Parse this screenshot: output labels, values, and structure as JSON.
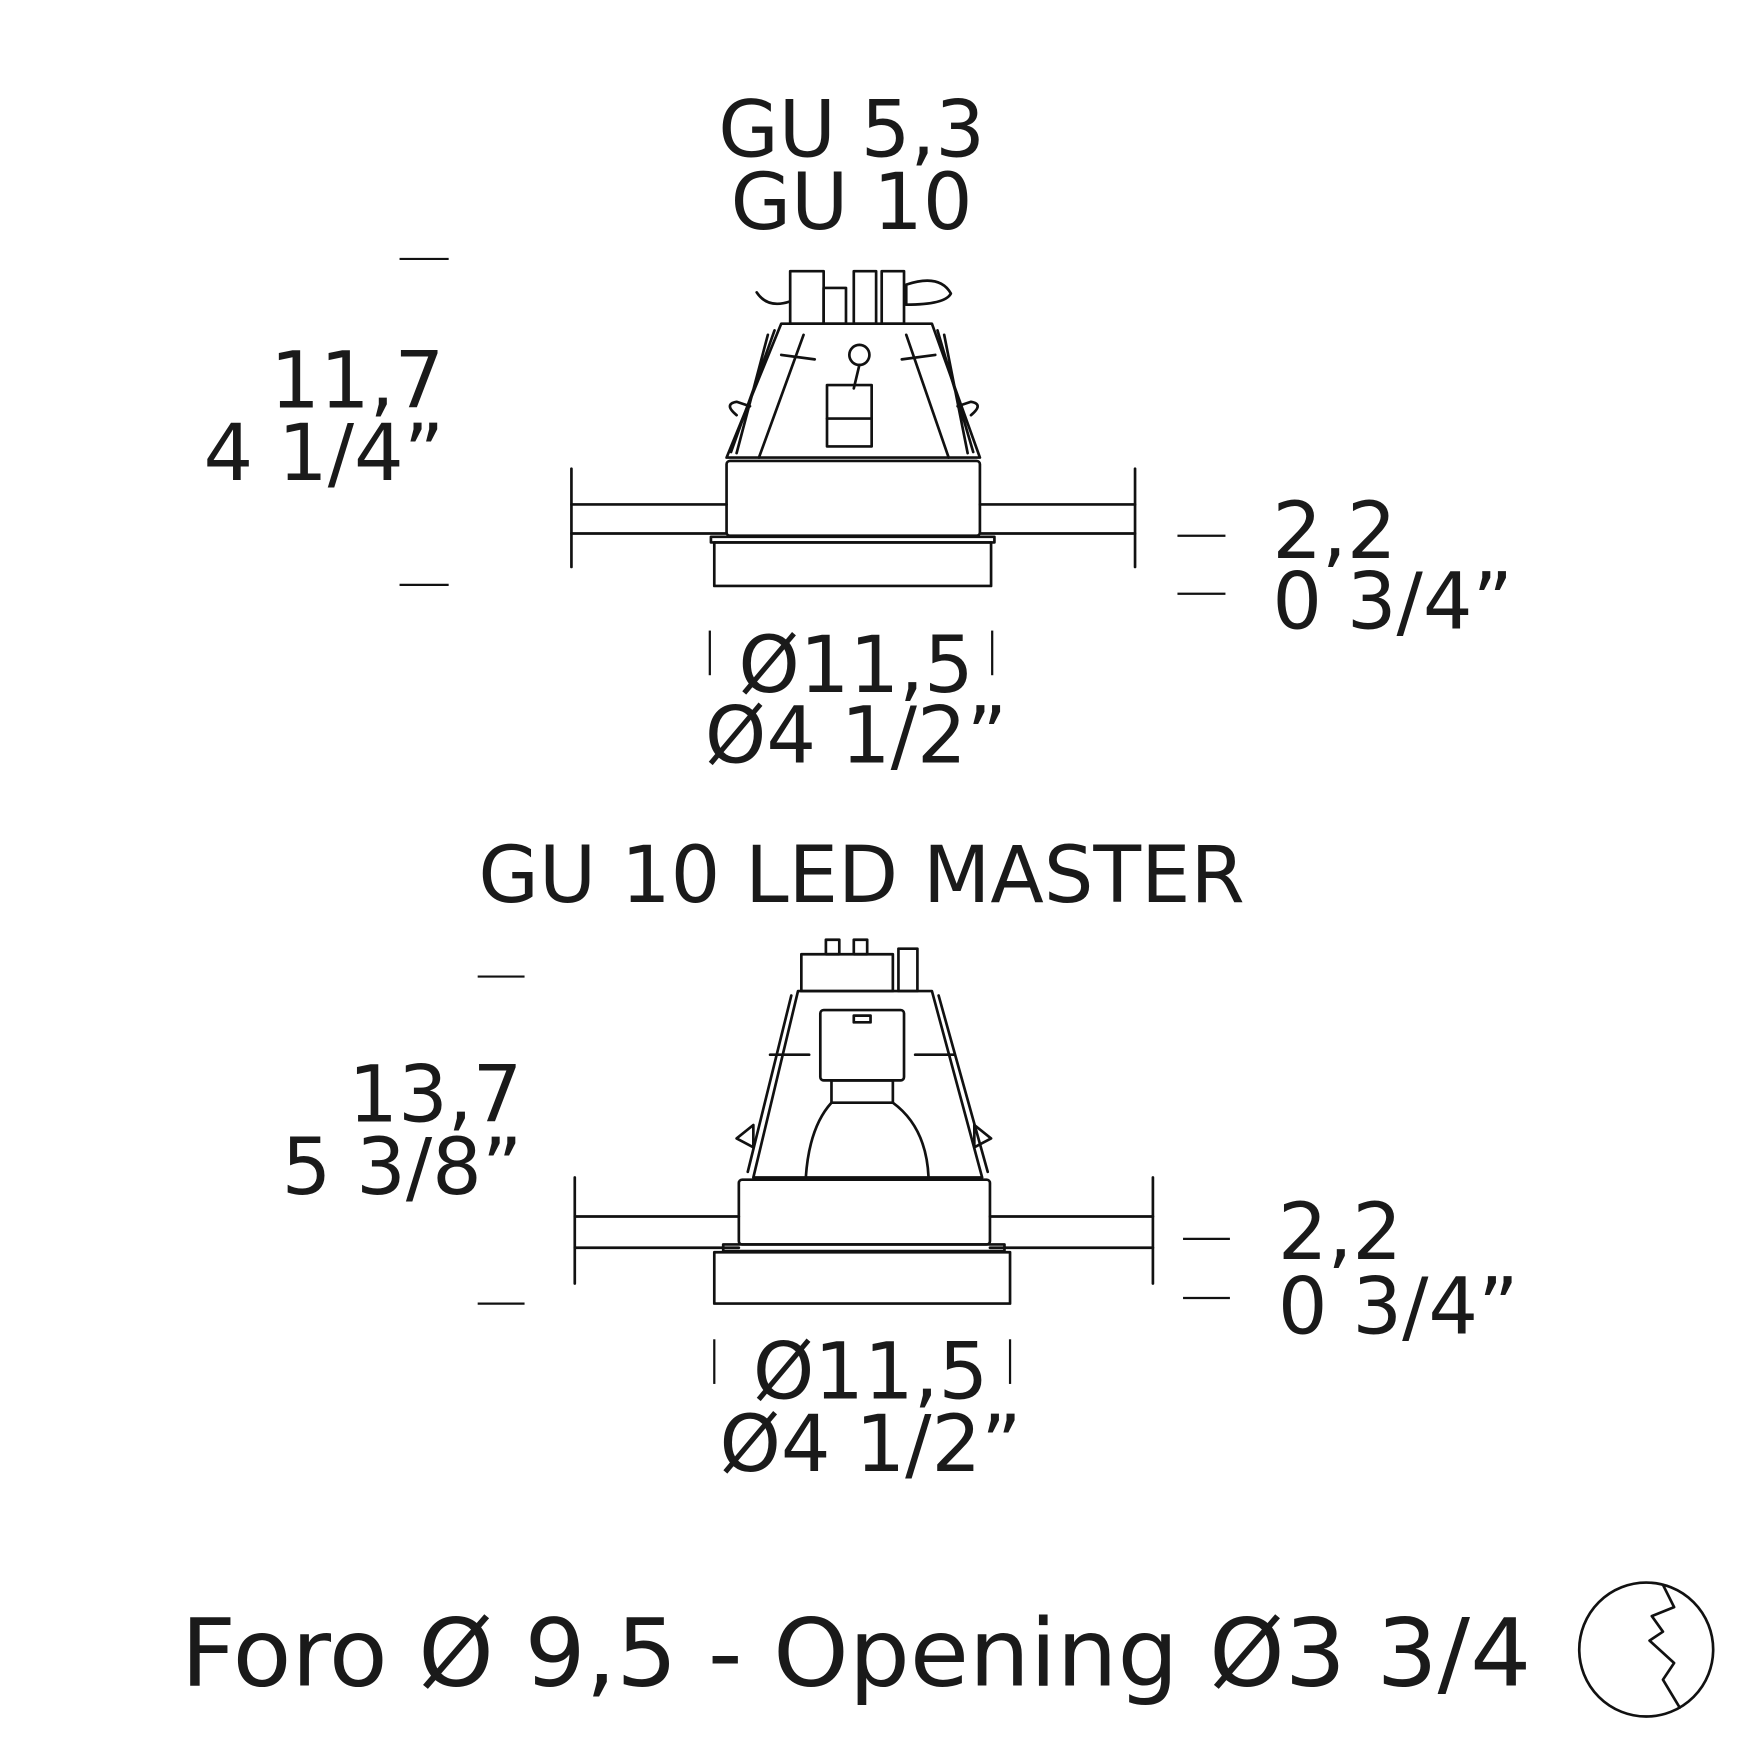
{
  "top_fixture": {
    "title_line1": "GU 5,3",
    "title_line2": "GU 10",
    "height_cm": "11,7",
    "height_in": "4 1/4”",
    "flange_cm": "2,2",
    "flange_in": "0 3/4”",
    "diameter_cm": "Ø11,5",
    "diameter_in": "Ø4 1/2”"
  },
  "bottom_fixture": {
    "title": "GU 10 LED MASTER",
    "height_cm": "13,7",
    "height_in": "5 3/8”",
    "flange_cm": "2,2",
    "flange_in": "0 3/4”",
    "diameter_cm": "Ø11,5",
    "diameter_in": "Ø4 1/2”"
  },
  "footer": {
    "opening_text": "Foro Ø 9,5 - Opening Ø3 3/4",
    "icon": "ceiling-cutout-icon"
  },
  "colors": {
    "line": "#111111",
    "background": "#ffffff"
  }
}
